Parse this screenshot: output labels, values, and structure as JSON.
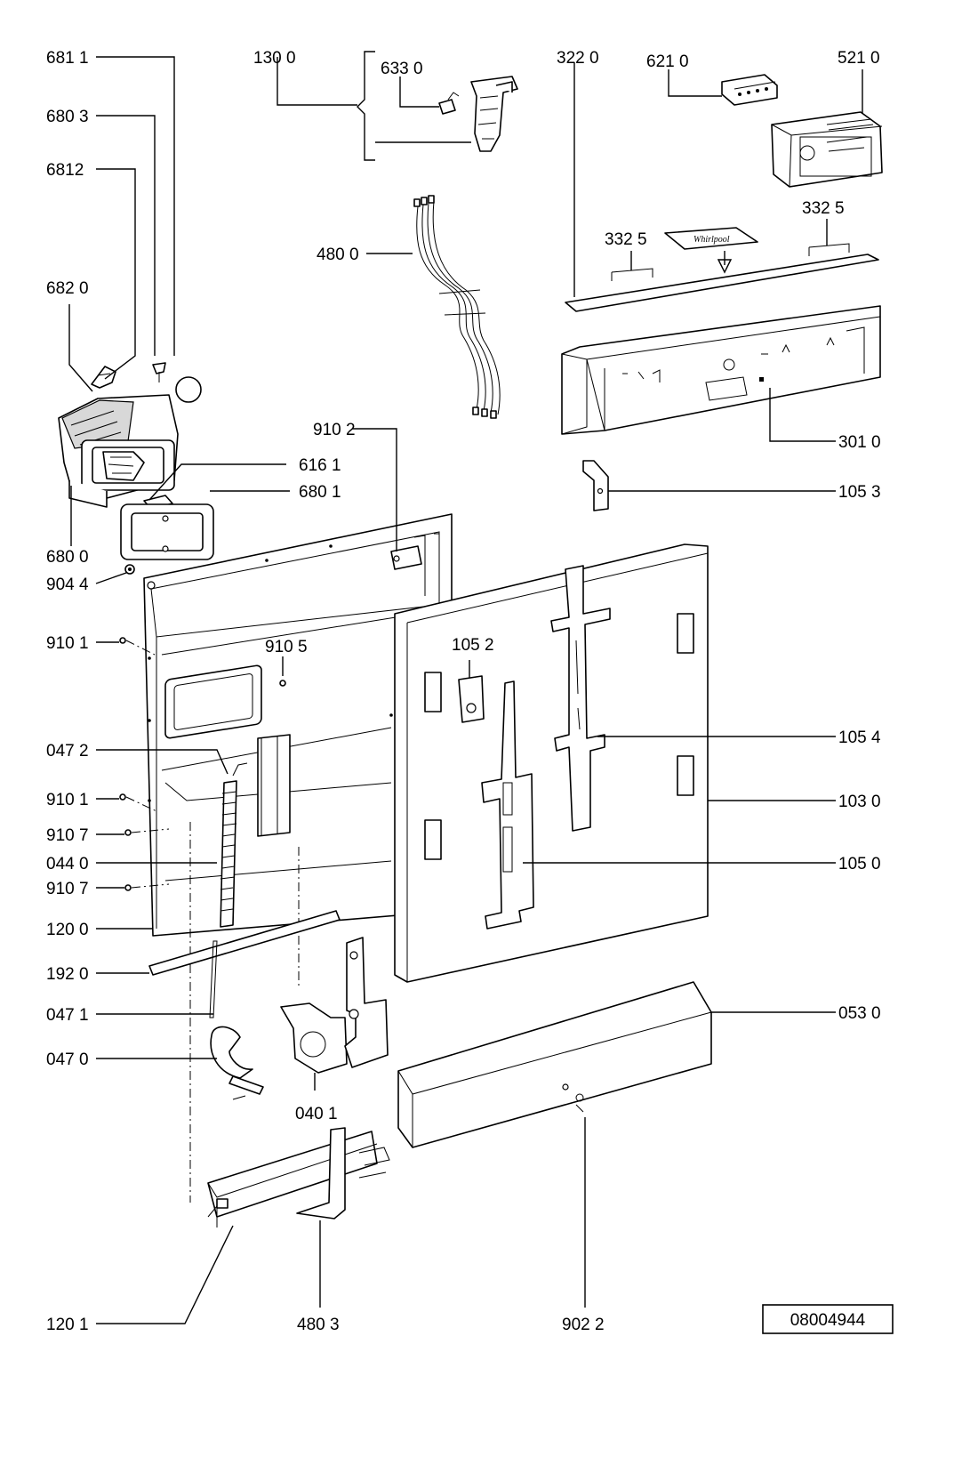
{
  "labels": {
    "l6811": "681 1",
    "l6803": "680 3",
    "l6812": "6812",
    "l6820": "682 0",
    "l6161": "616 1",
    "l6801": "680 1",
    "l6800": "680 0",
    "l9044": "904 4",
    "l9101a": "910 1",
    "l9105": "910 5",
    "l0472": "047 2",
    "l9101b": "910 1",
    "l9107a": "910 7",
    "l0440": "044 0",
    "l9107b": "910 7",
    "l1200": "120 0",
    "l1920": "192 0",
    "l0471": "047 1",
    "l0470": "047 0",
    "l0401": "040 1",
    "l1201": "120 1",
    "l4803": "480 3",
    "l9022": "902 2",
    "l1300": "130 0",
    "l6330": "633 0",
    "l4800": "480 0",
    "l9102": "910 2",
    "l3220": "322  0",
    "l6210": "621 0",
    "l5210": "521 0",
    "l3325a": "332  5",
    "l3325b": "332  5",
    "l3010": "301 0",
    "l1053": "105 3",
    "l1052": "105 2",
    "l1054": "105 4",
    "l1030": "103 0",
    "l1050": "105 0",
    "l0530": "053 0"
  },
  "brand_text": "Whirlpool",
  "drawing_number": "08004944"
}
